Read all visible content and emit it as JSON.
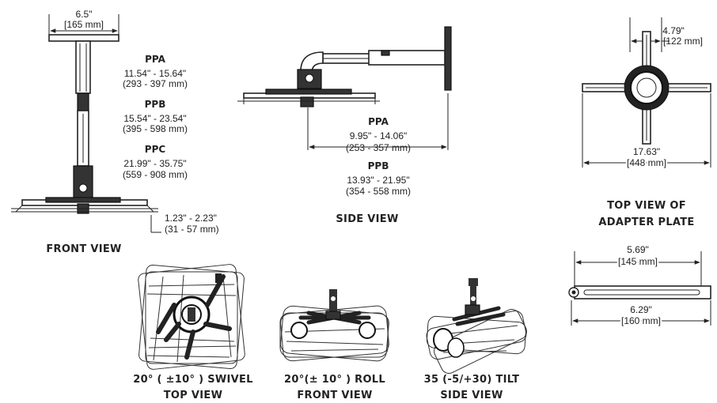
{
  "front_view": {
    "top_width": "6.5\"",
    "top_width_mm": "[165 mm]",
    "ppa_label": "PPA",
    "ppa_in": "11.54\" - 15.64\"",
    "ppa_mm": "(293 - 397 mm)",
    "ppb_label": "PPB",
    "ppb_in": "15.54\" - 23.54\"",
    "ppb_mm": "(395 - 598 mm)",
    "ppc_label": "PPC",
    "ppc_in": "21.99\" - 35.75\"",
    "ppc_mm": "(559 - 908 mm)",
    "drop_in": "1.23\" - 2.23\"",
    "drop_mm": "(31 - 57 mm)",
    "caption": "FRONT  VIEW"
  },
  "side_view": {
    "ppa_label": "PPA",
    "ppa_in": "9.95\" - 14.06\"",
    "ppa_mm": "(253 - 357 mm)",
    "ppb_label": "PPB",
    "ppb_in": "13.93\" - 21.95\"",
    "ppb_mm": "(354 - 558 mm)",
    "caption": "SIDE  VIEW"
  },
  "adapter_top": {
    "inner_in": "4.79\"",
    "inner_mm": "[122 mm]",
    "outer_in": "17.63\"",
    "outer_mm": "[448 mm]",
    "caption_line1": "TOP VIEW OF",
    "caption_line2": "ADAPTER PLATE"
  },
  "adapter_side": {
    "inner_in": "5.69\"",
    "inner_mm": "[145 mm]",
    "outer_in": "6.29\"",
    "outer_mm": "[160 mm]"
  },
  "motion_views": [
    {
      "line1": "20° ( ±10° ) SWIVEL",
      "line2": "TOP  VIEW"
    },
    {
      "line1": "20°(± 10° ) ROLL",
      "line2": "FRONT  VIEW"
    },
    {
      "line1": "35 (-5/+30)  TILT",
      "line2": "SIDE VIEW"
    }
  ]
}
